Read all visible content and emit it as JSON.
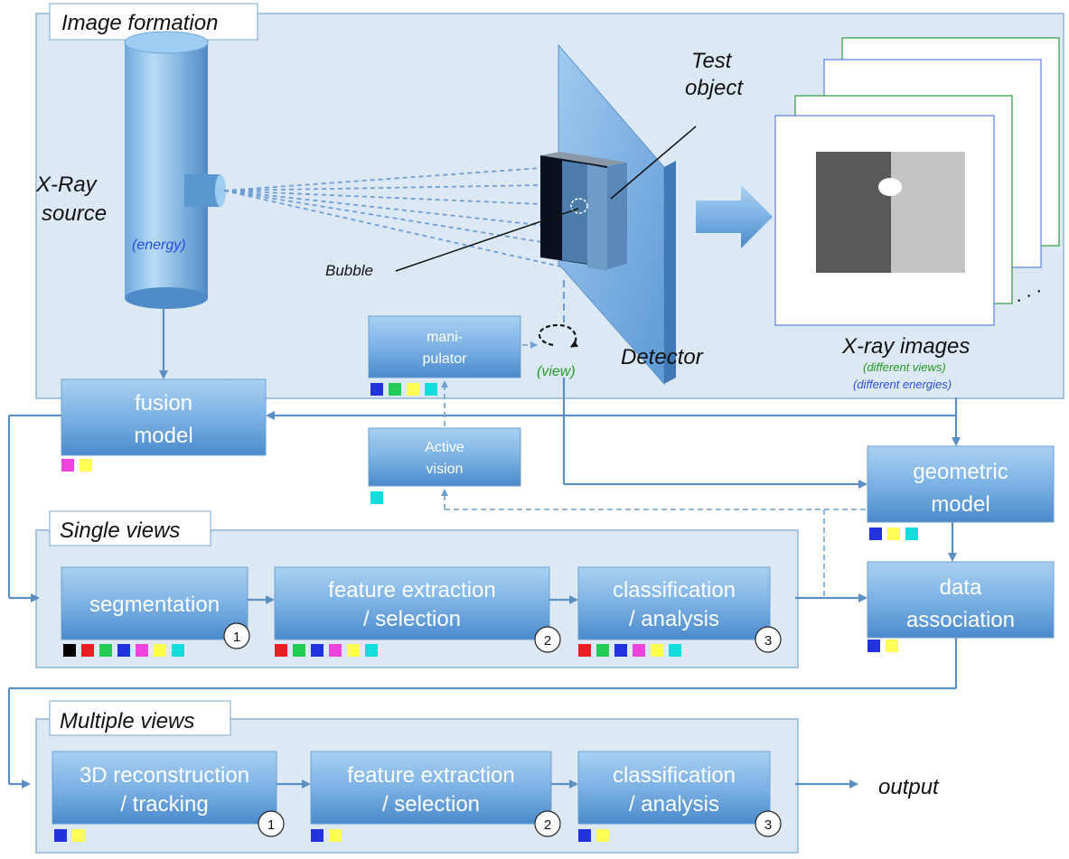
{
  "sections": {
    "image_formation": "Image formation",
    "single_views": "Single views",
    "multiple_views": "Multiple views"
  },
  "labels": {
    "xray_line1": "X-Ray",
    "xray_line2": "source",
    "energy": "(energy)",
    "test_line1": "Test",
    "test_line2": "object",
    "bubble": "Bubble",
    "detector": "Detector",
    "view": "(view)",
    "xray_images": "X-ray images",
    "diff_views": "(different views)",
    "diff_energies": "(different energies)",
    "ellipsis": ". . .",
    "output": "output"
  },
  "boxes": {
    "manipulator_l1": "mani-",
    "manipulator_l2": "pulator",
    "active_l1": "Active",
    "active_l2": "vision",
    "fusion_l1": "fusion",
    "fusion_l2": "model",
    "geometric_l1": "geometric",
    "geometric_l2": "model",
    "data_l1": "data",
    "data_l2": "association",
    "seg": "segmentation",
    "fe1_l1": "feature extraction",
    "fe1_l2": "/ selection",
    "cls1_l1": "classification",
    "cls1_l2": "/ analysis",
    "rec_l1": "3D reconstruction",
    "rec_l2": "/ tracking",
    "fe2_l1": "feature extraction",
    "fe2_l2": "/ selection",
    "cls2_l1": "classification",
    "cls2_l2": "/ analysis"
  },
  "steps": {
    "s1": "1",
    "s2": "2",
    "s3": "3"
  },
  "colors": {
    "black": "#000000",
    "red": "#ee1c24",
    "green": "#22cc55",
    "blue": "#2233dd",
    "magenta": "#ee44dd",
    "yellow": "#ffff55",
    "cyan": "#11dddd",
    "arrow": "#5b8fc4",
    "box_top": "#9cc8ee",
    "box_bottom": "#4a8bcc",
    "panel": "#dce9f5"
  }
}
